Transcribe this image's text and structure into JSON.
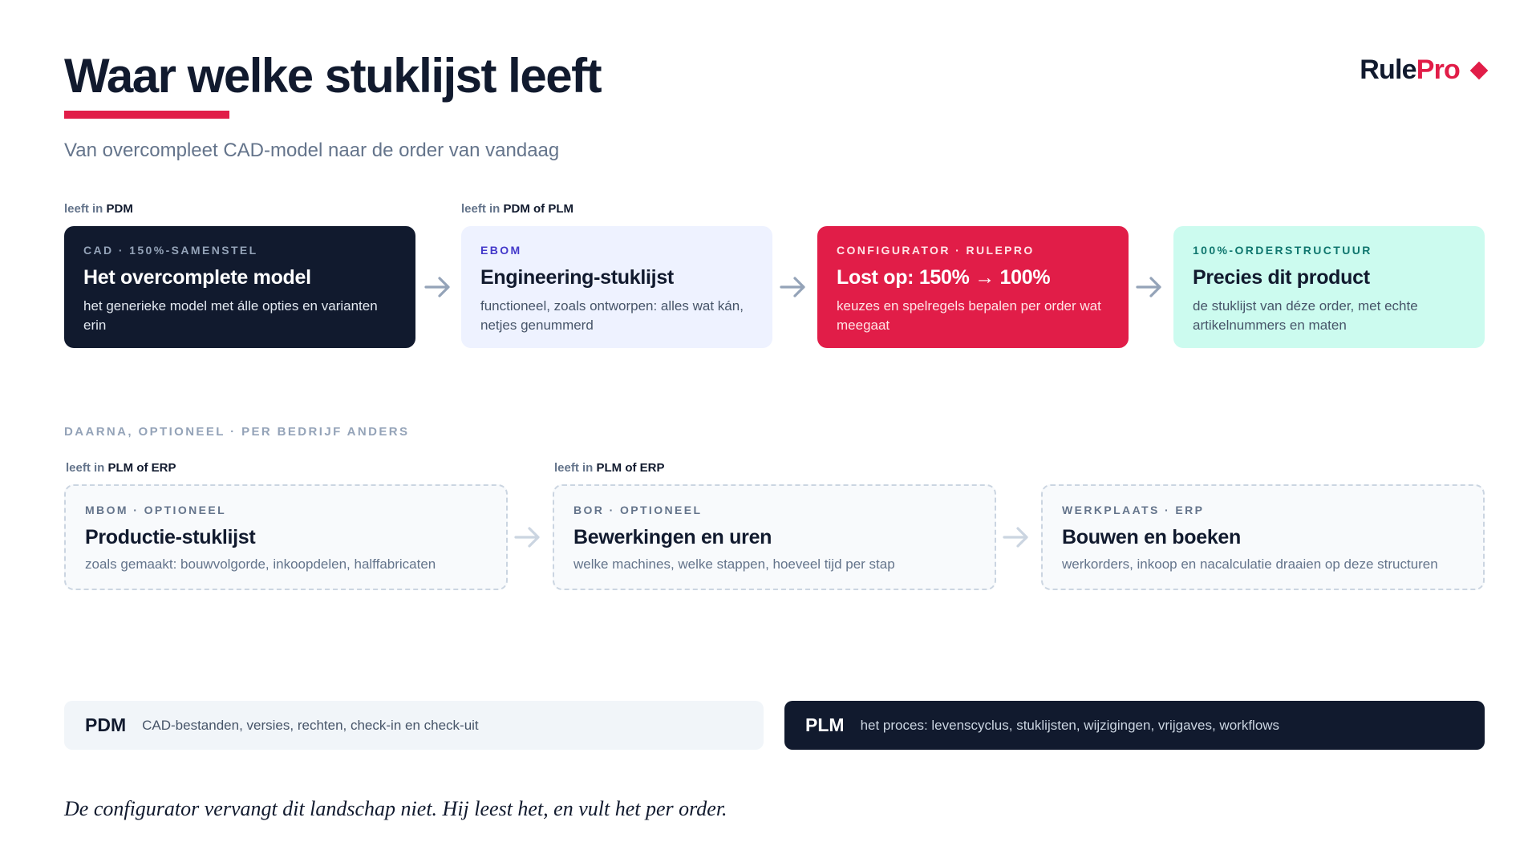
{
  "header": {
    "title": "Waar welke stuklijst leeft",
    "subtitle": "Van overcompleet CAD-model naar de order van vandaag"
  },
  "logo": {
    "part1": "Rule",
    "part2": "Pro",
    "colors": {
      "dark": "#111a2e",
      "accent": "#e11d48"
    }
  },
  "row1": {
    "locations": [
      {
        "prefix": "leeft in ",
        "system": "PDM"
      },
      {
        "prefix": "leeft in ",
        "system": "PDM of PLM"
      }
    ],
    "cards": [
      {
        "eyebrow": "CAD · 150%-SAMENSTEL",
        "title": "Het overcomplete model",
        "desc": "het generieke model met álle opties en varianten erin",
        "color": "#111a2e"
      },
      {
        "eyebrow": "EBOM",
        "title": "Engineering-stuklijst",
        "desc": "functioneel, zoals ontworpen: alles wat kán, netjes genummerd",
        "color": "#eef2ff"
      },
      {
        "eyebrow": "CONFIGURATOR · RULEPRO",
        "title": "Lost op: 150% → 100%",
        "desc": "keuzes en spelregels bepalen per order wat meegaat",
        "color": "#e11d48"
      },
      {
        "eyebrow": "100%-ORDERSTRUCTUUR",
        "title": "Precies dit product",
        "desc": "de stuklijst van déze order, met echte artikelnummers en maten",
        "color": "#ccfbef"
      }
    ]
  },
  "row2": {
    "section_label": "DAARNA, OPTIONEEL · PER BEDRIJF ANDERS",
    "locations": [
      {
        "prefix": "leeft in ",
        "system": "PLM of ERP"
      },
      {
        "prefix": "leeft in ",
        "system": "PLM of ERP"
      }
    ],
    "cards": [
      {
        "eyebrow": "MBOM · OPTIONEEL",
        "title": "Productie-stuklijst",
        "desc": "zoals gemaakt: bouwvolgorde, inkoopdelen, halffabricaten"
      },
      {
        "eyebrow": "BOR · OPTIONEEL",
        "title": "Bewerkingen en uren",
        "desc": "welke machines, welke stappen, hoeveel tijd per stap"
      },
      {
        "eyebrow": "WERKPLAATS · ERP",
        "title": "Bouwen en boeken",
        "desc": "werkorders, inkoop en nacalculatie draaien op deze structuren"
      }
    ]
  },
  "legend": [
    {
      "name": "PDM",
      "desc": "CAD-bestanden, versies, rechten, check-in en check-uit"
    },
    {
      "name": "PLM",
      "desc": "het proces: levenscyclus, stuklijsten, wijzigingen, vrijgaves, workflows"
    }
  ],
  "footer": "De configurator vervangt dit landschap niet. Hij leest het, en vult het per order."
}
